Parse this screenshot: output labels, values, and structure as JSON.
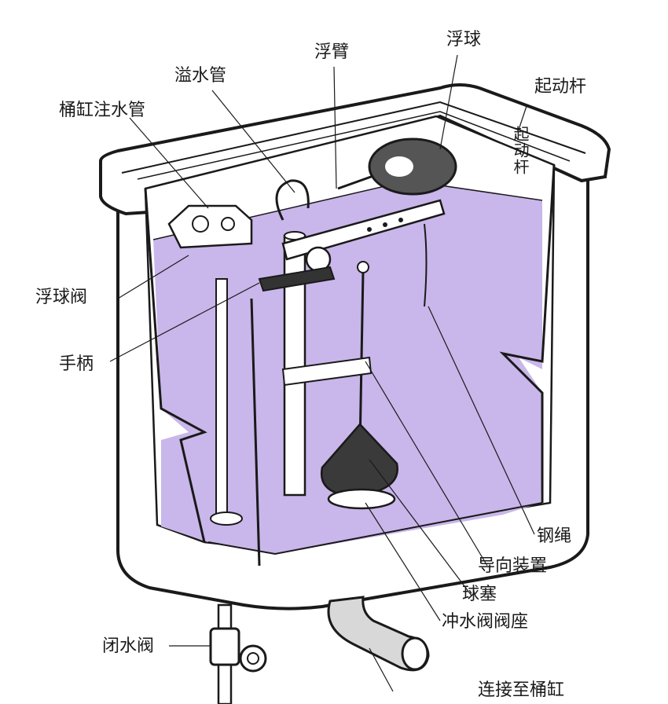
{
  "labels": {
    "float_arm": "浮臂",
    "float_ball": "浮球",
    "overflow_pipe": "溢水管",
    "start_lever": "起动杆",
    "start_lever_vertical": "起动杆",
    "bowl_fill_pipe": "桶缸注水管",
    "float_valve": "浮球阀",
    "handle": "手柄",
    "steel_cable": "钢绳",
    "guide_device": "导向装置",
    "ball_plug": "球塞",
    "flush_valve_seat": "冲水阀阀座",
    "shutoff_valve": "闭水阀",
    "connect_to_bowl": "连接至桶缸"
  },
  "colors": {
    "water": "#c9b6ea",
    "water_dark": "#a892d6",
    "outline": "#1a1a1a",
    "tank_white": "#ffffff",
    "rubber": "#3a3a3a"
  }
}
